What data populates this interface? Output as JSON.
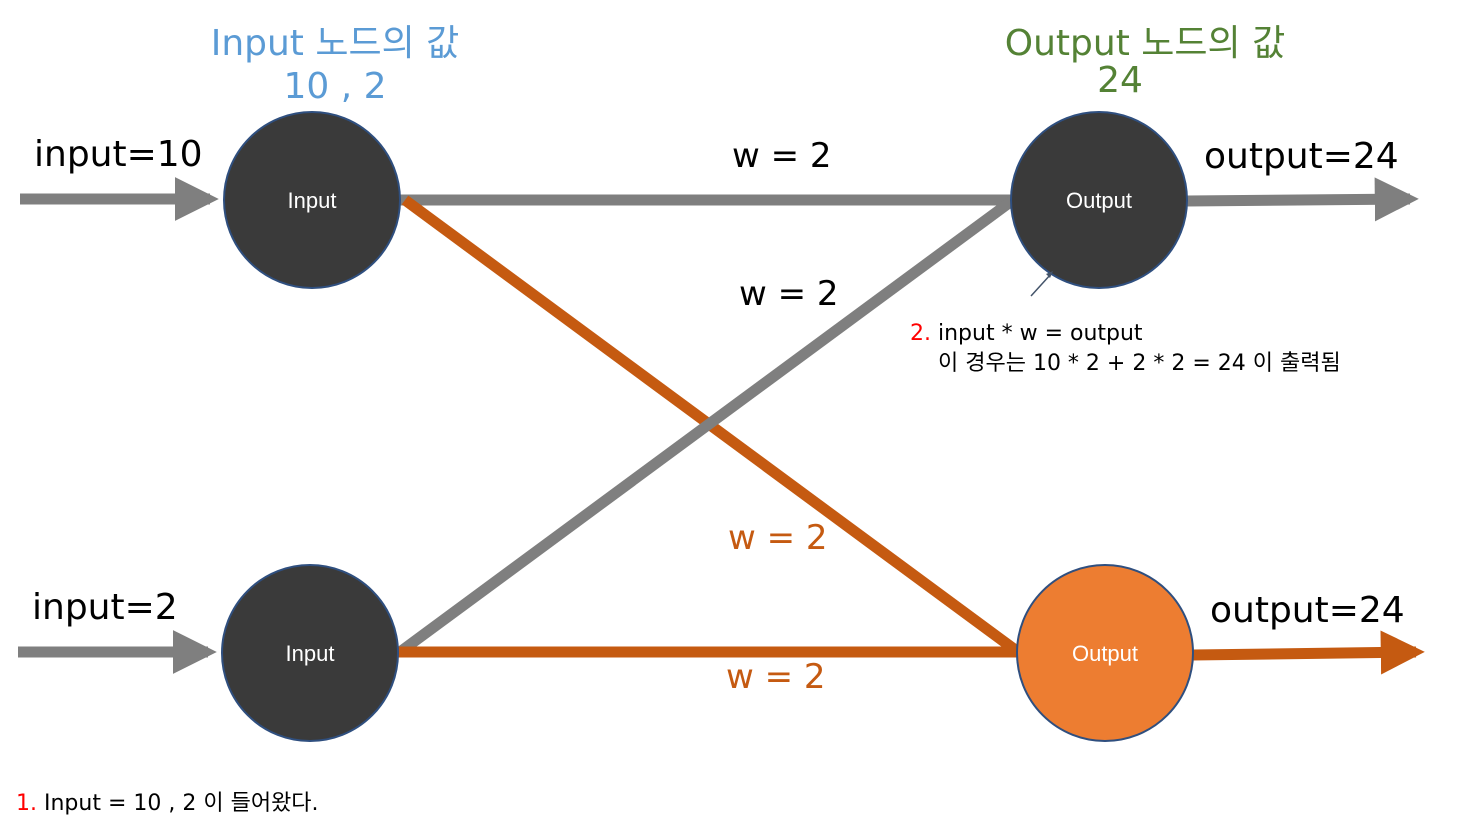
{
  "headers": {
    "input_title": "Input 노드의 값",
    "input_values": "10 , 2",
    "output_title": "Output 노드의 값",
    "output_values": "24"
  },
  "inputs": {
    "top_label": "input=10",
    "bottom_label": "input=2"
  },
  "outputs": {
    "top_label": "output=24",
    "bottom_label": "output=24"
  },
  "nodes": {
    "input_top": "Input",
    "input_bottom": "Input",
    "output_top": "Output",
    "output_bottom": "Output"
  },
  "weights": {
    "top_horizontal": "w = 2",
    "cross_up": "w = 2",
    "cross_down": "w = 2",
    "bottom_horizontal": "w = 2"
  },
  "notes": {
    "note2_number": "2.",
    "note2_line1": "input * w = output",
    "note2_line2": "이 경우는 10 * 2 + 2 * 2 = 24 이 출력됨",
    "note1_number": "1.",
    "note1_text": "Input = 10 , 2 이 들어왔다."
  },
  "colors": {
    "node_dark": "#3a3a3a",
    "node_orange": "#ed7d31",
    "node_border": "#2f4f7f",
    "edge_gray": "#7f7f7f",
    "edge_orange": "#c55a11",
    "header_input": "#5b9bd5",
    "header_output": "#548235",
    "number_red": "#ff0000"
  }
}
